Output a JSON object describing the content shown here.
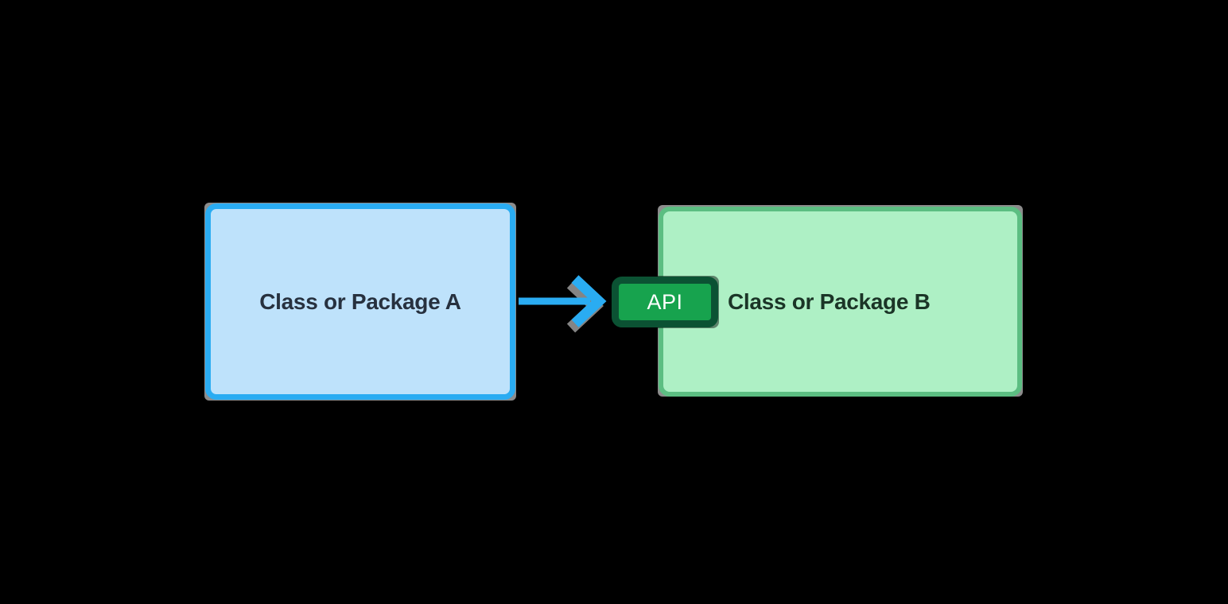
{
  "diagram": {
    "box_a": {
      "label": "Class or Package A"
    },
    "box_b": {
      "label": "Class or Package B"
    },
    "api_badge": {
      "label": "API"
    }
  },
  "colors": {
    "background": "#000000",
    "blue_border": "#2AACF2",
    "blue_fill": "#BEE2FB",
    "green_border": "#5CBE82",
    "green_fill": "#AEF0C5",
    "badge_border": "#0B5233",
    "badge_fill": "#17A34E",
    "badge_text": "#FFFFFF",
    "box_a_text": "#27313F",
    "box_b_text": "#1B3527",
    "shadow_gray": "#8C8C8C",
    "chevron_shadow": "#848484"
  }
}
